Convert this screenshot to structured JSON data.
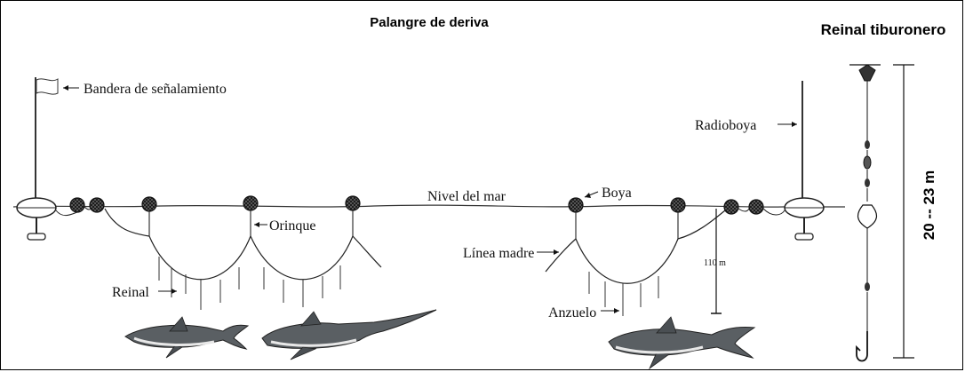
{
  "title": "Palangre de deriva",
  "right_title": "Reinal tiburonero",
  "labels": {
    "bandera": "Bandera de señalamiento",
    "radioboya": "Radioboya",
    "nivel_mar": "Nivel del mar",
    "boya": "Boya",
    "orinque": "Orinque",
    "linea_madre": "Línea madre",
    "reinal": "Reinal",
    "anzuelo": "Anzuelo",
    "depth": "110 m",
    "length": "20 -- 23 m"
  },
  "colors": {
    "line": "#111111",
    "shark_body": "#5a5f63",
    "shark_belly": "#e8e8e8"
  }
}
